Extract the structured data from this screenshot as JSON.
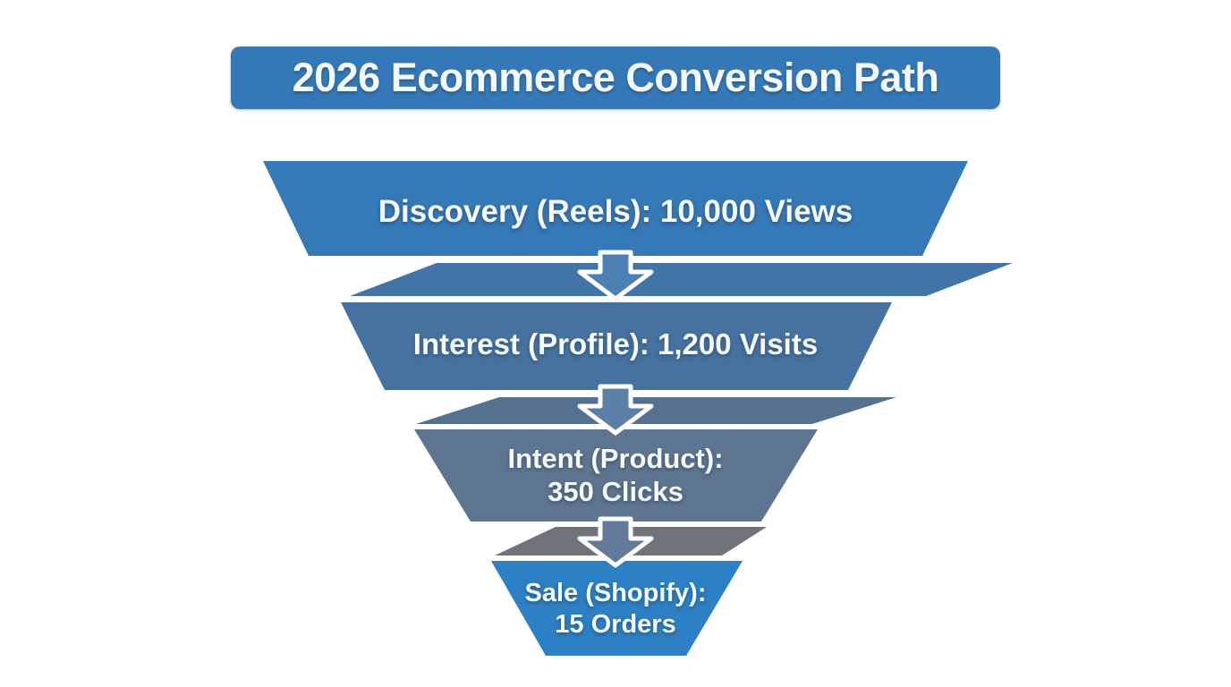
{
  "title": {
    "text": "2026 Ecommerce Conversion Path",
    "bg_color": "#3478b7"
  },
  "chart_data": {
    "type": "funnel",
    "title": "2026 Ecommerce Conversion Path",
    "orientation": "top-wide-to-bottom-narrow",
    "stages": [
      {
        "label": "Discovery (Reels)",
        "metric": "Views",
        "value": 10000,
        "lines": [
          "Discovery (Reels): 10,000 Views"
        ],
        "color": "#3579b7"
      },
      {
        "label": "Interest (Profile)",
        "metric": "Visits",
        "value": 1200,
        "lines": [
          "Interest (Profile): 1,200 Visits"
        ],
        "color": "#46729f"
      },
      {
        "label": "Intent (Product)",
        "metric": "Clicks",
        "value": 350,
        "lines": [
          "Intent (Product):",
          "350 Clicks"
        ],
        "color": "#5d7590"
      },
      {
        "label": "Sale (Shopify)",
        "metric": "Orders",
        "value": 15,
        "lines": [
          "Sale (Shopify):",
          "15 Orders"
        ],
        "color": "#2c80c3"
      }
    ],
    "connector_bands": [
      {
        "between": "stage-1-and-2",
        "color": "#4274a8"
      },
      {
        "between": "stage-2-and-3",
        "color": "#56718f"
      },
      {
        "between": "stage-3-and-4",
        "color": "#70747a"
      }
    ],
    "arrows": [
      {
        "between": "stage-1-and-2",
        "fill": "#4c80b2",
        "outline": "#ffffff"
      },
      {
        "between": "stage-2-and-3",
        "fill": "#5b80a8",
        "outline": "#ffffff"
      },
      {
        "between": "stage-3-and-4",
        "fill": "#62799a",
        "outline": "#ffffff"
      }
    ]
  }
}
